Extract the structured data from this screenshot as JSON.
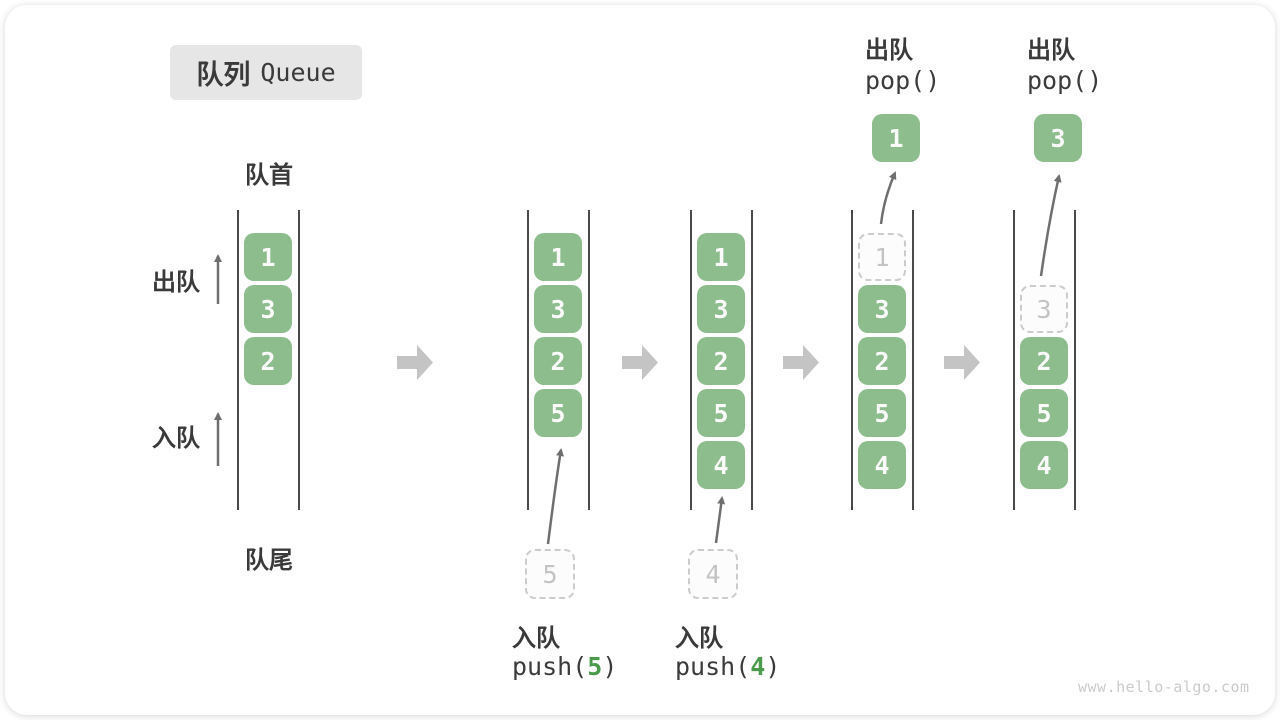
{
  "title": {
    "zh": "队列",
    "en": "Queue"
  },
  "labels": {
    "front": "队首",
    "rear": "队尾",
    "dequeue": "出队",
    "enqueue": "入队"
  },
  "watermark": "www.hello-algo.com",
  "colors": {
    "cell_green": "#8dbd8d",
    "code_green": "#4c9b4c"
  },
  "queue_states": [
    {
      "cells": [
        {
          "value": "1",
          "slot": 0
        },
        {
          "value": "3",
          "slot": 1
        },
        {
          "value": "2",
          "slot": 2
        }
      ]
    },
    {
      "cells": [
        {
          "value": "1",
          "slot": 0
        },
        {
          "value": "3",
          "slot": 1
        },
        {
          "value": "2",
          "slot": 2
        },
        {
          "value": "5",
          "slot": 3
        }
      ],
      "enqueue": {
        "ghost_value": "5",
        "label": "入队",
        "code_prefix": "push(",
        "code_arg": "5",
        "code_suffix": ")"
      }
    },
    {
      "cells": [
        {
          "value": "1",
          "slot": 0
        },
        {
          "value": "3",
          "slot": 1
        },
        {
          "value": "2",
          "slot": 2
        },
        {
          "value": "5",
          "slot": 3
        },
        {
          "value": "4",
          "slot": 4
        }
      ],
      "enqueue": {
        "ghost_value": "4",
        "label": "入队",
        "code_prefix": "push(",
        "code_arg": "4",
        "code_suffix": ")"
      }
    },
    {
      "cells": [
        {
          "value": "1",
          "slot": 0,
          "dashed": true
        },
        {
          "value": "3",
          "slot": 1
        },
        {
          "value": "2",
          "slot": 2
        },
        {
          "value": "5",
          "slot": 3
        },
        {
          "value": "4",
          "slot": 4
        }
      ],
      "dequeue": {
        "label": "出队",
        "code": "pop()",
        "result_value": "1"
      }
    },
    {
      "cells": [
        {
          "value": "3",
          "slot": 1,
          "dashed": true
        },
        {
          "value": "2",
          "slot": 2
        },
        {
          "value": "5",
          "slot": 3
        },
        {
          "value": "4",
          "slot": 4
        }
      ],
      "dequeue": {
        "label": "出队",
        "code": "pop()",
        "result_value": "3"
      }
    }
  ]
}
